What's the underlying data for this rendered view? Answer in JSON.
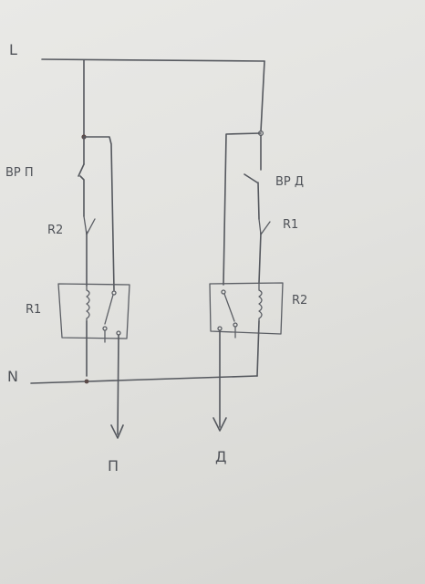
{
  "labels": {
    "line": "L",
    "neutral": "N",
    "switch_left": "ВР П",
    "switch_right": "ВР Д",
    "contact_r2_left": "R2",
    "contact_r1_right": "R1",
    "relay_left": "R1",
    "relay_right": "R2",
    "output_left": "П",
    "output_right": "Д"
  },
  "colors": {
    "ink": "#55585e",
    "paper": "#e6e6e3"
  }
}
